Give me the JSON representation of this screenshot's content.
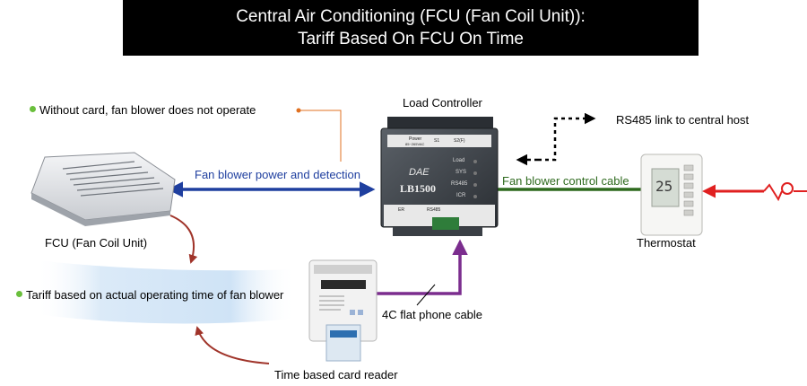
{
  "title": {
    "line1": "Central Air Conditioning (FCU (Fan Coil Unit)):",
    "line2": "Tariff Based On FCU On Time"
  },
  "notes": {
    "without_card": "Without card, fan blower does not operate",
    "tariff": "Tariff based on actual operating time of fan blower"
  },
  "devices": {
    "load_controller": "Load Controller",
    "fcu": "FCU (Fan Coil Unit)",
    "thermostat": "Thermostat",
    "card_reader": "Time based card reader"
  },
  "connections": {
    "fan_power": "Fan blower power and detection",
    "fan_control": "Fan blower control cable",
    "rs485": "RS485 link to central host",
    "phone_cable": "4C flat phone cable"
  },
  "controller_panel": {
    "brand": "DAE",
    "model": "LB1500",
    "power": "Power",
    "power_sub": "85~265VAC",
    "s1": "S1",
    "s2": "S2(F)",
    "led_load": "Load",
    "led_sys": "SYS",
    "led_rs485": "RS485",
    "led_icr": "ICR",
    "port": "RS485",
    "er": "ER"
  },
  "thermostat_display": "25",
  "colors": {
    "power_line": "#1f3f9f",
    "control_line": "#2e6a1e",
    "phone_line": "#7b2d8e",
    "input_arrow": "#e02020",
    "note_line": "#e07020",
    "flow_arrow": "#a0342a"
  }
}
